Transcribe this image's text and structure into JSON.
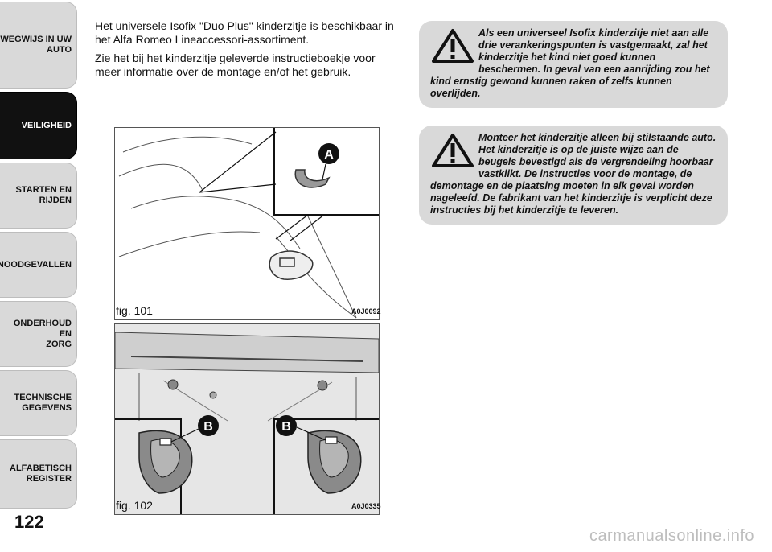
{
  "tabs": [
    {
      "label": "WEGWIJS IN UW\nAUTO",
      "active": false
    },
    {
      "label": "VEILIGHEID",
      "active": true
    },
    {
      "label": "STARTEN EN RIJDEN",
      "active": false
    },
    {
      "label": "NOODGEVALLEN",
      "active": false
    },
    {
      "label": "ONDERHOUD EN\nZORG",
      "active": false
    },
    {
      "label": "TECHNISCHE\nGEGEVENS",
      "active": false
    },
    {
      "label": "ALFABETISCH\nREGISTER",
      "active": false
    }
  ],
  "page_number": "122",
  "intro": {
    "p1": "Het universele Isofix \"Duo Plus\" kinderzitje is beschikbaar in het Alfa Romeo Lineaccessori-assortiment.",
    "p2": "Zie het bij het kinderzitje geleverde instructieboekje voor meer informatie over de montage en/of het gebruik."
  },
  "warnings": [
    {
      "text": "Als een universeel Isofix kinderzitje niet aan alle drie verankeringspunten is vastgemaakt, zal het kinderzitje het kind niet goed kunnen beschermen. In geval van een aanrijding zou het kind ernstig gewond kunnen raken of zelfs kunnen overlijden."
    },
    {
      "text": "Monteer het kinderzitje alleen bij stilstaande auto. Het kinderzitje is op de juiste wijze aan de beugels bevestigd als de vergrendeling hoorbaar vastklikt. De instructies voor de montage, de demontage en de plaatsing moeten in elk geval worden nageleefd. De fabrikant van het kinderzitje is verplicht deze instructies bij het kinderzitje te leveren."
    }
  ],
  "figures": [
    {
      "caption": "fig. 101",
      "code": "A0J0092",
      "callouts": [
        "A"
      ]
    },
    {
      "caption": "fig. 102",
      "code": "A0J0335",
      "callouts": [
        "B",
        "B"
      ]
    }
  ],
  "watermark": "carmanualsonline.info"
}
